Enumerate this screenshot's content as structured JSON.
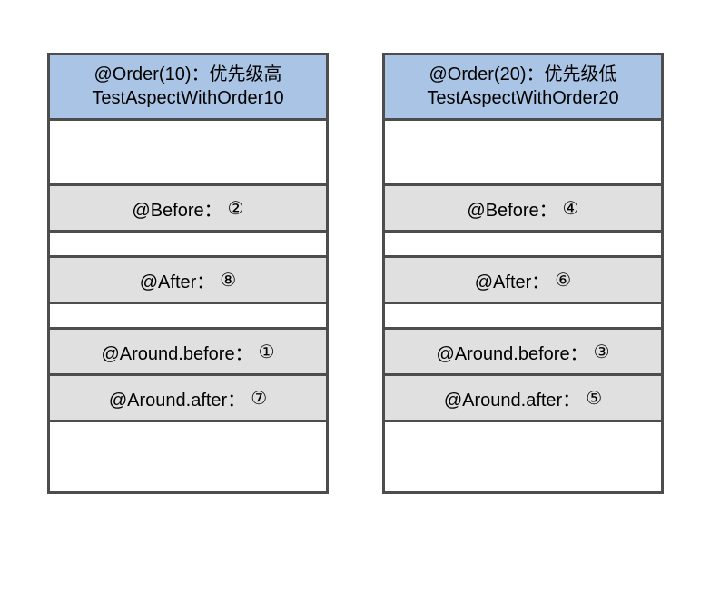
{
  "diagram": {
    "title": "Spring AOP aspect execution order",
    "background_color": "#FFFFFF",
    "header_color": "#A9C4E4",
    "advice_row_color": "#E0E0E0",
    "border_color": "#4D4D4D",
    "empty_row_color": "#FFFFFF"
  },
  "columns": [
    {
      "header": {
        "line1": "@Order(10)：优先级高",
        "line2": "TestAspectWithOrder10"
      },
      "rows": [
        {
          "kind": "empty",
          "label": "",
          "number": ""
        },
        {
          "kind": "advice",
          "label": "@Before：",
          "number": "②"
        },
        {
          "kind": "empty",
          "label": "",
          "number": ""
        },
        {
          "kind": "advice",
          "label": "@After：",
          "number": "⑧"
        },
        {
          "kind": "empty",
          "label": "",
          "number": ""
        },
        {
          "kind": "advice",
          "label": "@Around.before：",
          "number": "①"
        },
        {
          "kind": "advice",
          "label": "@Around.after：",
          "number": "⑦"
        },
        {
          "kind": "empty",
          "label": "",
          "number": ""
        }
      ]
    },
    {
      "header": {
        "line1": "@Order(20)：优先级低",
        "line2": "TestAspectWithOrder20"
      },
      "rows": [
        {
          "kind": "empty",
          "label": "",
          "number": ""
        },
        {
          "kind": "advice",
          "label": "@Before：",
          "number": "④"
        },
        {
          "kind": "empty",
          "label": "",
          "number": ""
        },
        {
          "kind": "advice",
          "label": "@After：",
          "number": "⑥"
        },
        {
          "kind": "empty",
          "label": "",
          "number": ""
        },
        {
          "kind": "advice",
          "label": "@Around.before：",
          "number": "③"
        },
        {
          "kind": "advice",
          "label": "@Around.after：",
          "number": "⑤"
        },
        {
          "kind": "empty",
          "label": "",
          "number": ""
        }
      ]
    }
  ]
}
